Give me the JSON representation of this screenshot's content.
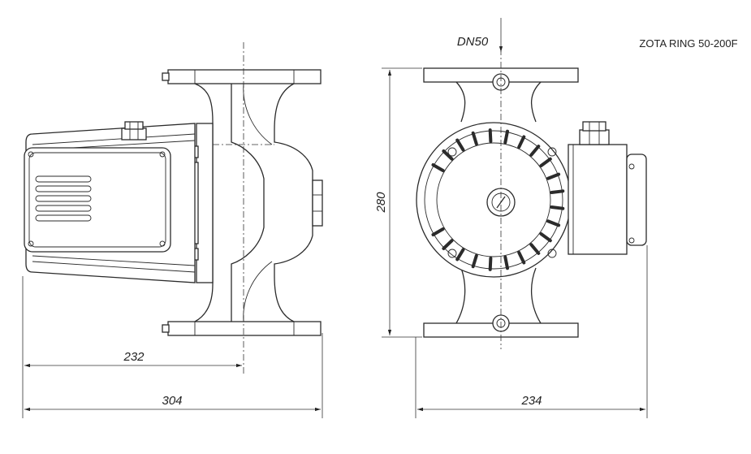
{
  "model": "ZOTA RING 50-200F",
  "nominal_diameter": "DN50",
  "dimensions": {
    "motor_to_axis": "232",
    "overall_length": "304",
    "flange_width": "234",
    "height": "280"
  }
}
